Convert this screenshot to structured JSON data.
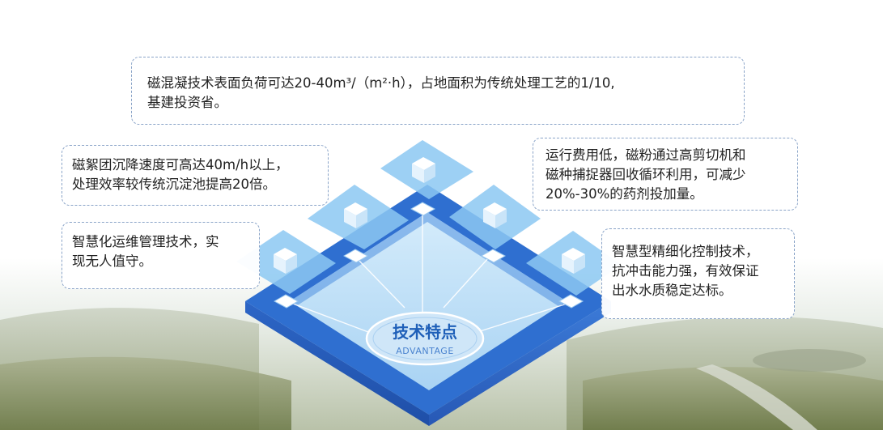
{
  "center": {
    "title": "技术特点",
    "subtitle": "ADVANTAGE"
  },
  "callouts": {
    "top": {
      "line1": "磁混凝技术表面负荷可达20-40m³/（m²·h），占地面积为传统处理工艺的1/10,",
      "line2": "基建投资省。"
    },
    "left1": {
      "line1": "磁絮团沉降速度可高达40m/h以上，",
      "line2": "处理效率较传统沉淀池提高20倍。"
    },
    "left2": {
      "line1": "智慧化运维管理技术，实",
      "line2": "现无人值守。"
    },
    "right1": {
      "line1": "运行费用低，磁粉通过高剪切机和",
      "line2": "磁种捕捉器回收循环利用，可减少",
      "line3": "20%-30%的药剂投加量。"
    },
    "right2": {
      "line1": "智慧型精细化控制技术，",
      "line2": "抗冲击能力强，有效保证",
      "line3": "出水水质稳定达标。"
    }
  },
  "colors": {
    "platform_border": "#2f6fd0",
    "platform_inner": "#b9dcf6",
    "panel": "#8cc8f2",
    "accent_text": "#1e5fb8"
  }
}
